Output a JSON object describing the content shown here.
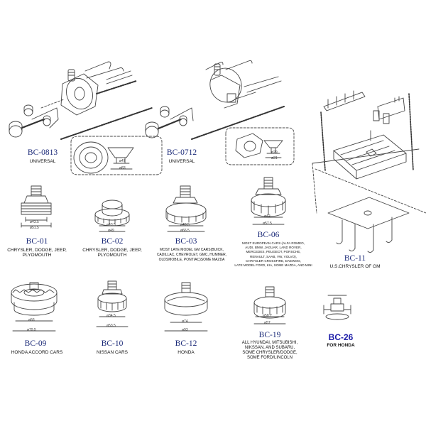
{
  "parts": [
    {
      "id": "bc0813",
      "code": "BC-0813",
      "desc": "UNIVERSAL",
      "dims": [
        "ø47",
        "ø83"
      ]
    },
    {
      "id": "bc0712",
      "code": "BC-0712",
      "desc": "UNIVERSAL",
      "dims": [
        "ø29",
        "ø31"
      ]
    },
    {
      "id": "bc01",
      "code": "BC-01",
      "desc": "CHRYSLER, DODGE, JEEP,\nPLYOMOUTH",
      "dims": [
        "ø43.5",
        "ø51.5"
      ]
    },
    {
      "id": "bc02",
      "code": "BC-02",
      "desc": "CHRYSLER, DODGE, JEEP,\nPLYOMOUTH",
      "dims": [
        "ø43.5",
        "ø49"
      ]
    },
    {
      "id": "bc03",
      "code": "BC-03",
      "desc": "MOST LATE MODEL GM CARS(BUICK,\nCADILLAC, CHEVROLET, GMC, HUMMER,\nOLDSMOBILE, PONTIAC)SOME MAZDA",
      "dims": [
        "ø49.5",
        "ø66.5"
      ]
    },
    {
      "id": "bc06",
      "code": "BC-06",
      "desc": "MOST EUROPEAN CARS (ALFA ROMEO,\nAUDI, BMW, JAGUAR, LAND ROVER,\nMERCEDES, PEUGEOT, PORSCHE,\nRENAULT, SAAB, VW, VOLVO),\nCHRYSLER CROSSFIRE, DAEWOO,\nLATE MODEL FORD, KIA, SOME MAZDA, AND MINI",
      "dims": [
        "ø42",
        "ø57.5"
      ]
    },
    {
      "id": "bc11",
      "code": "BC-11",
      "desc": "U.S.CHRYSLER OF GM",
      "dims": []
    },
    {
      "id": "bc09",
      "code": "BC-09",
      "desc": "HONDA ACCORD CARS",
      "dims": [
        "ø56",
        "ø79.5"
      ]
    },
    {
      "id": "bc10",
      "code": "BC-10",
      "desc": "NISSAN CARS",
      "dims": [
        "ø34.5",
        "ø53.5"
      ]
    },
    {
      "id": "bc12",
      "code": "BC-12",
      "desc": "HONDA",
      "dims": [
        "ø74",
        "ø93"
      ]
    },
    {
      "id": "bc19",
      "code": "BC-19",
      "desc": "ALL HYUNDAI, MITSUBISHI,\nNIKSSAN, AND SUBARU,\nSOME CHRYSLER/DODGE,\nSOME FORD/LINCOLN",
      "dims": [
        "ø58.7",
        "ø57"
      ]
    },
    {
      "id": "bc26",
      "code": "BC-26",
      "desc": "FOR HONDA",
      "dims": []
    }
  ],
  "colors": {
    "code_text": "#1b2a78",
    "code_bold": "#1c1ca8",
    "line": "#444444"
  }
}
